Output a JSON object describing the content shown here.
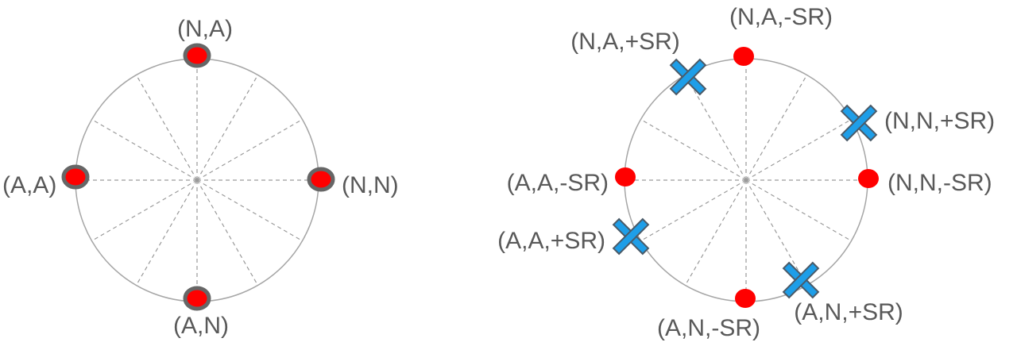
{
  "colors": {
    "circle": "#a6a6a6",
    "spoke": "#9a9a9a",
    "dot_fill": "#ff0000",
    "dot_ring": "#666666",
    "cross_fill": "#1e9ee8",
    "cross_stroke": "#4a5a68",
    "label": "#595959"
  },
  "left_diagram": {
    "points": [
      {
        "label": "(N,A)"
      },
      {
        "label": "(N,N)"
      },
      {
        "label": "(A,N)"
      },
      {
        "label": "(A,A)"
      }
    ]
  },
  "right_diagram": {
    "points": [
      {
        "label": "(N,A,-SR)"
      },
      {
        "label": "(N,N,-SR)"
      },
      {
        "label": "(A,N,-SR)"
      },
      {
        "label": "(A,A,-SR)"
      }
    ],
    "crosses": [
      {
        "label": "(N,A,+SR)"
      },
      {
        "label": "(N,N,+SR)"
      },
      {
        "label": "(A,N,+SR)"
      },
      {
        "label": "(A,A,+SR)"
      }
    ]
  }
}
